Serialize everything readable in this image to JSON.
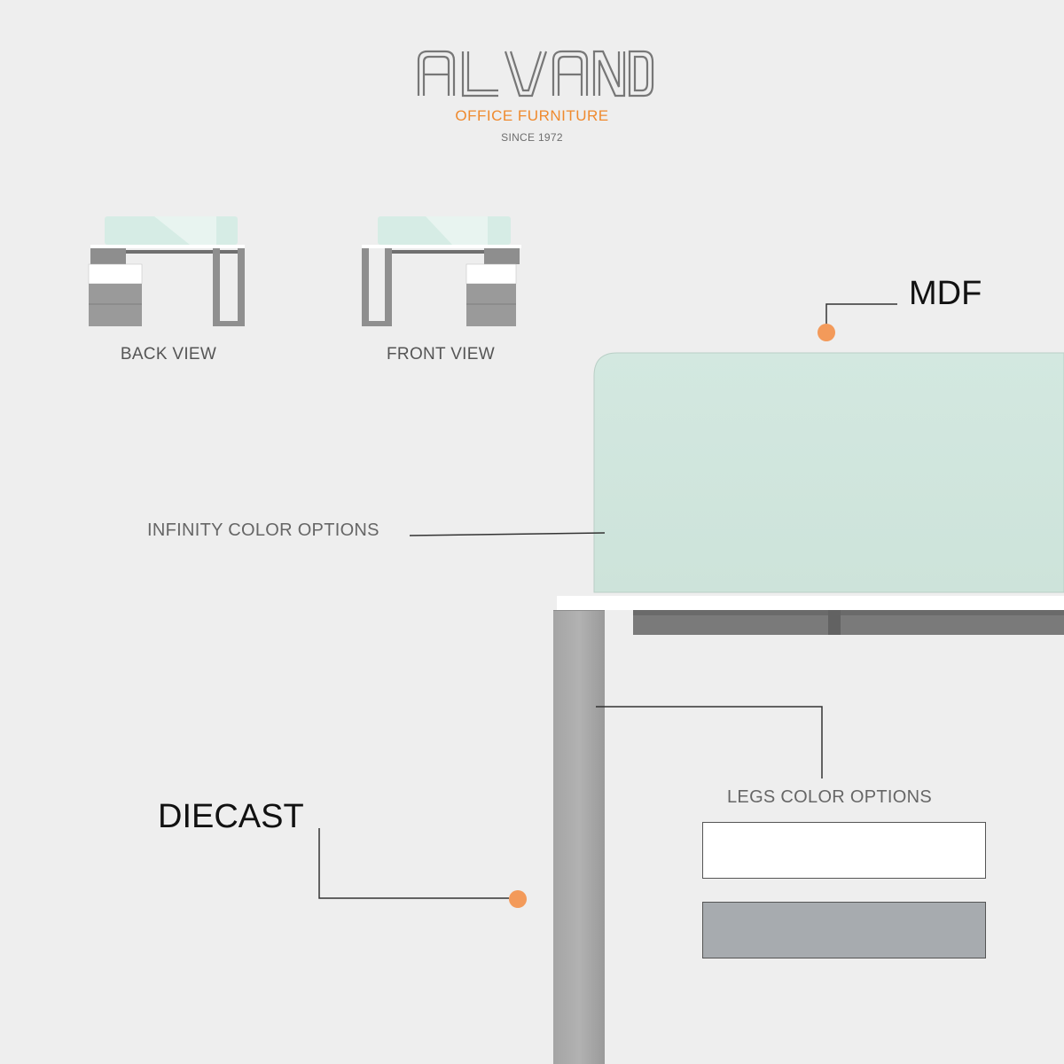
{
  "brand": {
    "name": "ALVAND",
    "tagline": "OFFICE FURNITURE",
    "since": "SINCE 1972",
    "accent_color": "#ef8a2e"
  },
  "views": [
    {
      "label": "BACK VIEW"
    },
    {
      "label": "FRONT VIEW"
    }
  ],
  "callouts": {
    "mdf": "MDF",
    "diecast": "DIECAST",
    "infinity": "INFINITY COLOR OPTIONS",
    "legs": "LEGS COLOR OPTIONS"
  },
  "leg_colors": [
    {
      "name": "white",
      "hex": "#ffffff"
    },
    {
      "name": "grey",
      "hex": "#a7abaf"
    }
  ],
  "colors": {
    "background": "#eeeeee",
    "screen_panel": "#d0e5dd",
    "marker_dot": "#f39a5a"
  }
}
